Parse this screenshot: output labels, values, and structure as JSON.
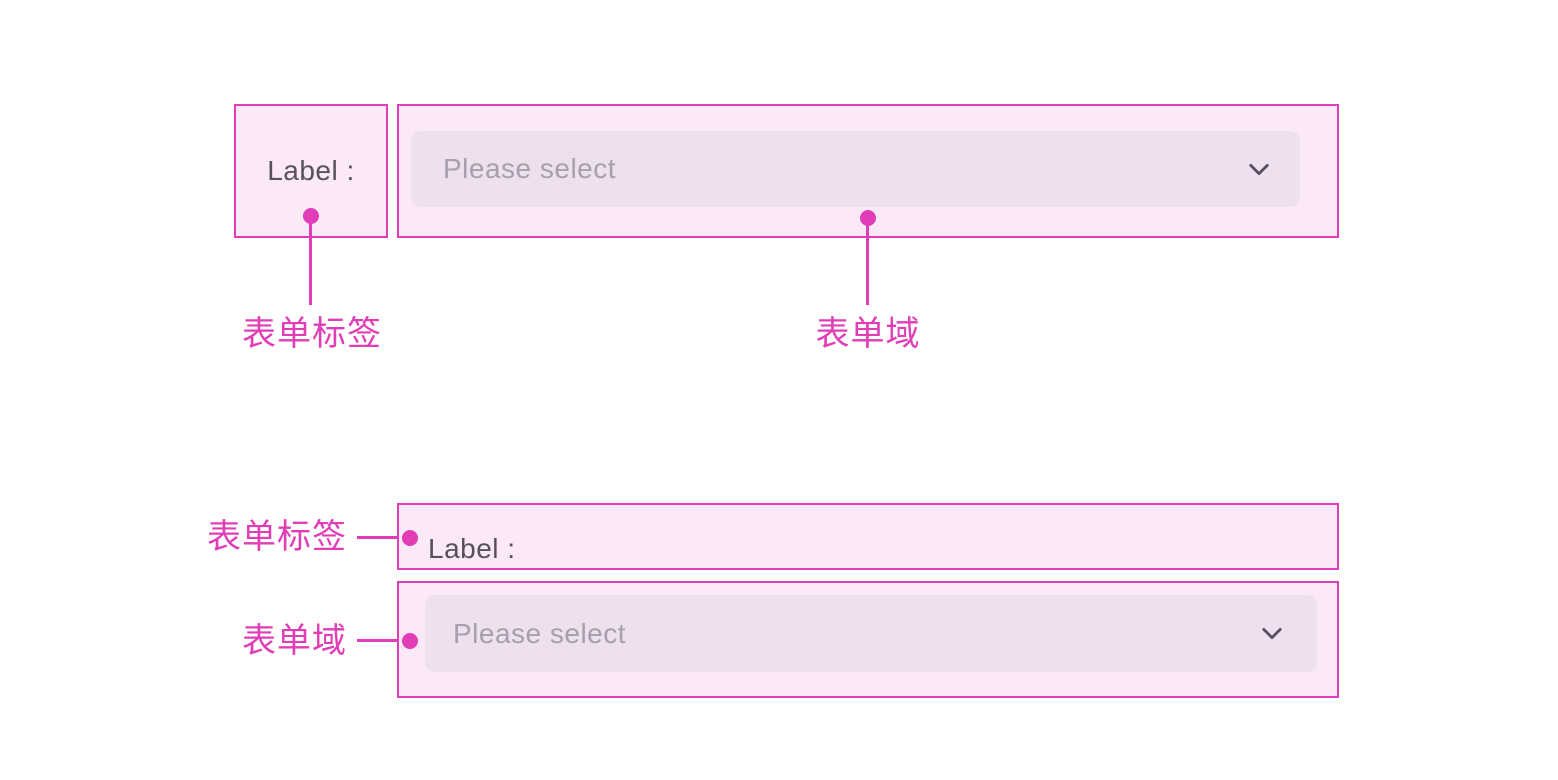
{
  "colors": {
    "accent": "#e03db6",
    "box_fill": "#fbe9f7",
    "control_fill": "#eee0ee",
    "label_text": "#57505f",
    "placeholder_text": "#a79fad",
    "chevron": "#554e60",
    "background": "#ffffff"
  },
  "horizontal_example": {
    "label_text": "Label :",
    "select": {
      "placeholder": "Please select",
      "icon": "chevron-down-icon"
    },
    "callout_label": "表单标签",
    "callout_field": "表单域"
  },
  "vertical_example": {
    "label_text": "Label :",
    "select": {
      "placeholder": "Please select",
      "icon": "chevron-down-icon"
    },
    "callout_label": "表单标签",
    "callout_field": "表单域"
  }
}
